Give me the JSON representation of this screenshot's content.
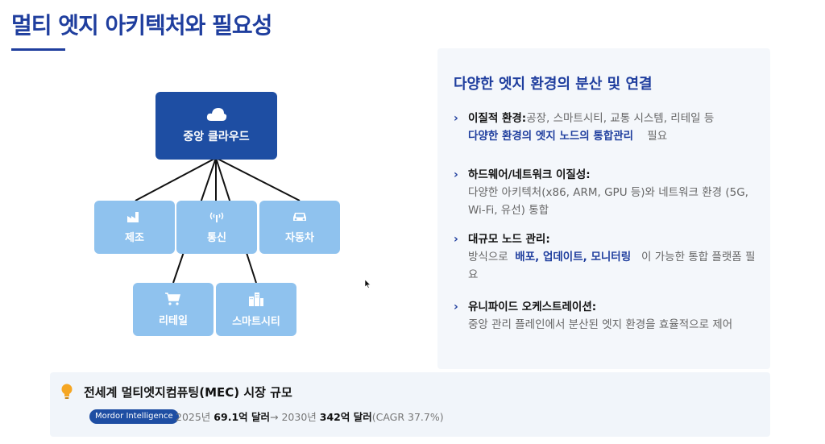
{
  "title": "멀티 엣지 아키텍처와 필요성",
  "diagram": {
    "center": {
      "label": "중앙 클라우드",
      "icon": "cloud-icon"
    },
    "nodes": [
      {
        "label": "제조",
        "icon": "factory-icon"
      },
      {
        "label": "통신",
        "icon": "antenna-icon"
      },
      {
        "label": "자동차",
        "icon": "car-icon"
      },
      {
        "label": "리테일",
        "icon": "cart-icon"
      },
      {
        "label": "스마트시티",
        "icon": "buildings-icon"
      }
    ]
  },
  "panel": {
    "title": "다양한 엣지 환경의 분산 및 연결",
    "items": [
      {
        "heading": "이질적 환경:",
        "text1": "공장, 스마트시티, 교통 시스템, 리테일 등",
        "emphasis": "다양한 환경의 엣지 노드의 통합관리",
        "text2": "필요"
      },
      {
        "heading": "하드웨어/네트워크 이질성:",
        "text1": "다양한 아키텍처(x86, ARM, GPU 등)와 네트워크 환경 (5G, Wi-Fi, 유선) 통합"
      },
      {
        "heading": "대규모 노드 관리:",
        "text1": "방식으로",
        "emphasis": "배포, 업데이트, 모니터링",
        "text2": "이 가능한 통합 플랫폼 필요"
      },
      {
        "heading": "유니파이드 오케스트레이션:",
        "text1": "중앙 관리 플레인에서 분산된 엣지 환경을 효율적으로 제어"
      }
    ]
  },
  "bottom": {
    "icon": "lightbulb-icon",
    "title": "전세계 멀티엣지컴퓨팅(MEC) 시장 규모",
    "source": "Mordor Intelligence",
    "year1": "2025년",
    "value1": "69.1억 달러",
    "arrow": "→",
    "year2": "2030년",
    "value2": "342억 달러",
    "cagr": "(CAGR 37.7%)"
  }
}
